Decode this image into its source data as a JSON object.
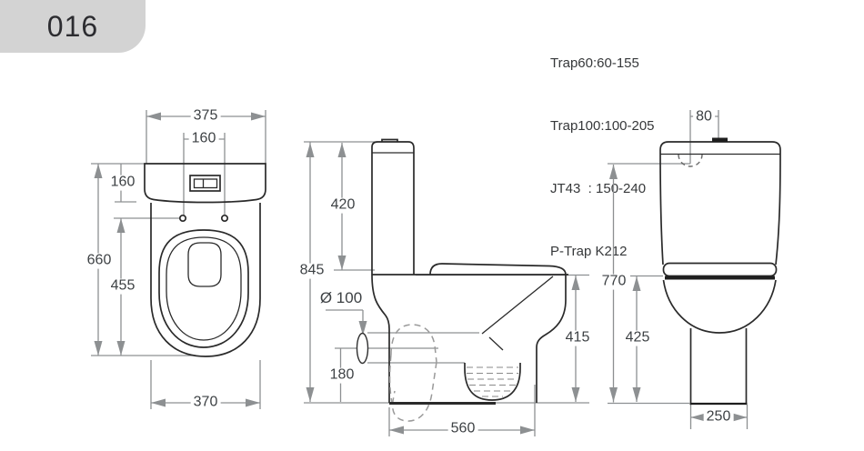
{
  "header": {
    "code": "016"
  },
  "specs": [
    "Trap60:60-155",
    "Trap100:100-205",
    "JT43  : 150-240",
    "P-Trap K212"
  ],
  "plan": {
    "tank_width": "375",
    "hinge_spacing": "160",
    "tank_depth": "160",
    "total_depth": "660",
    "bowl_depth": "455",
    "bowl_width": "370"
  },
  "side": {
    "tank_height": "420",
    "total_height": "845",
    "outlet_diameter": "Ø 100",
    "outlet_height": "180",
    "bowl_height": "415",
    "base_depth": "560"
  },
  "rear": {
    "inlet_offset": "80",
    "inlet_height": "770",
    "seat_height": "425",
    "base_width": "250"
  }
}
